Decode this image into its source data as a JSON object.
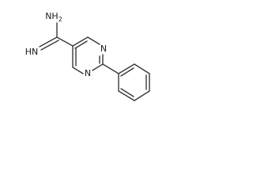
{
  "molecule": {
    "atom_labels": {
      "amine": "NH",
      "amine_subscript": "2",
      "imine": "HN",
      "ring_n_upper": "N",
      "ring_n_lower": "N"
    },
    "colors": {
      "bond": "#3a3a3a",
      "label": "#1a1a1a",
      "background": "#ffffff"
    }
  }
}
